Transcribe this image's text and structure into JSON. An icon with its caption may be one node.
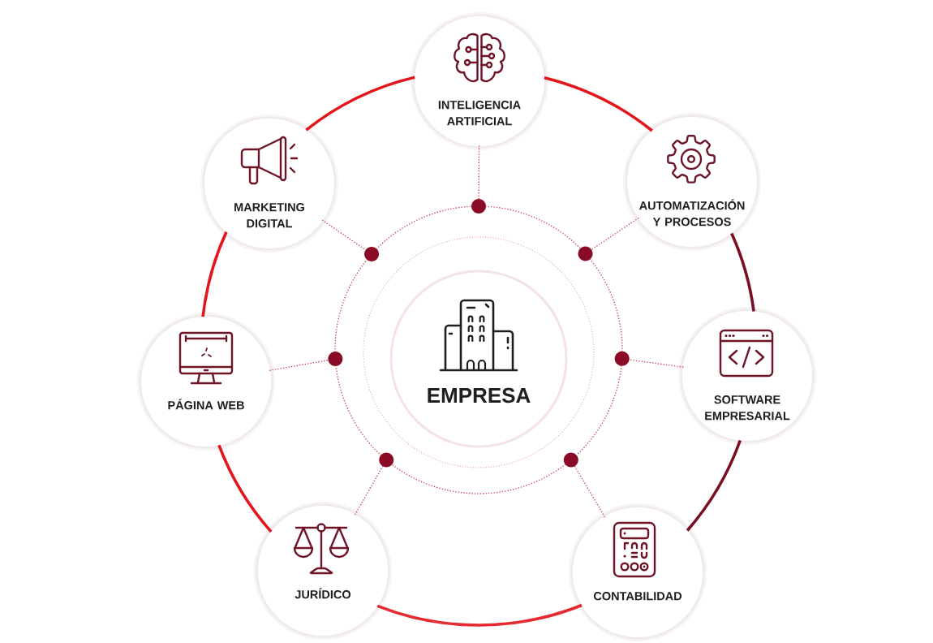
{
  "diagram": {
    "nodes": [
      {
        "text": [
          "EMPRESA"
        ]
      },
      {
        "text": [
          "INTELIGENCIA ARTIFICIAL"
        ]
      },
      {
        "text": [
          "AUTOMATIZACIÓN Y PROCESOS"
        ]
      },
      {
        "text": [
          "SOFTWARE EMPRESARIAL"
        ]
      },
      {
        "text": [
          "CONTABILIDAD"
        ]
      },
      {
        "text": [
          "JURÍDICO"
        ]
      },
      {
        "text": [
          "PÁGINA WEB"
        ]
      },
      {
        "text": [
          "MARKETING DIGITAL"
        ]
      },
      {
        "text": [],
        "shape": "circle"
      },
      {
        "text": [],
        "shape": "circle"
      },
      {
        "text": [],
        "shape": "circle"
      },
      {
        "text": [],
        "shape": "circle"
      },
      {
        "text": [],
        "shape": "circle"
      },
      {
        "text": [],
        "shape": "circle"
      },
      {
        "text": [],
        "shape": "circle"
      }
    ],
    "edges": [
      {
        "from": 1,
        "to": 8,
        "arrow": "none",
        "style": "dashed"
      },
      {
        "from": 2,
        "to": 9,
        "arrow": "none",
        "style": "dashed"
      },
      {
        "from": 3,
        "to": 10,
        "arrow": "none",
        "style": "dashed"
      },
      {
        "from": 4,
        "to": 11,
        "arrow": "none",
        "style": "dashed"
      },
      {
        "from": 5,
        "to": 12,
        "arrow": "none",
        "style": "dashed"
      },
      {
        "from": 6,
        "to": 13,
        "arrow": "none",
        "style": "dashed"
      },
      {
        "from": 7,
        "to": 14,
        "arrow": "none",
        "style": "dashed"
      },
      {
        "from": 8,
        "to": 9,
        "arrow": "none",
        "style": "dashed"
      },
      {
        "from": 9,
        "to": 10,
        "arrow": "none",
        "style": "dashed"
      },
      {
        "from": 10,
        "to": 11,
        "arrow": "none",
        "style": "dashed"
      },
      {
        "from": 11,
        "to": 12,
        "arrow": "none",
        "style": "dashed"
      },
      {
        "from": 12,
        "to": 13,
        "arrow": "none",
        "style": "dashed"
      },
      {
        "from": 13,
        "to": 14,
        "arrow": "none",
        "style": "dashed"
      },
      {
        "from": 14,
        "to": 8,
        "arrow": "none",
        "style": "dashed"
      },
      {
        "from": 1,
        "to": 2,
        "arrow": "none",
        "style": "thick",
        "color": "#e3161b"
      },
      {
        "from": 2,
        "to": 3,
        "arrow": "none",
        "style": "thick",
        "color": "#7a0e24"
      },
      {
        "from": 3,
        "to": 4,
        "arrow": "none",
        "style": "thick",
        "color": "#7a0e24"
      },
      {
        "from": 4,
        "to": 5,
        "arrow": "none",
        "style": "thick",
        "color": "#e52b31"
      },
      {
        "from": 5,
        "to": 6,
        "arrow": "none",
        "style": "thick",
        "color": "#e3161b"
      },
      {
        "from": 6,
        "to": 7,
        "arrow": "none",
        "style": "thick",
        "color": "#e3161b"
      },
      {
        "from": 7,
        "to": 1,
        "arrow": "none",
        "style": "thick",
        "color": "#e3161b"
      }
    ]
  }
}
